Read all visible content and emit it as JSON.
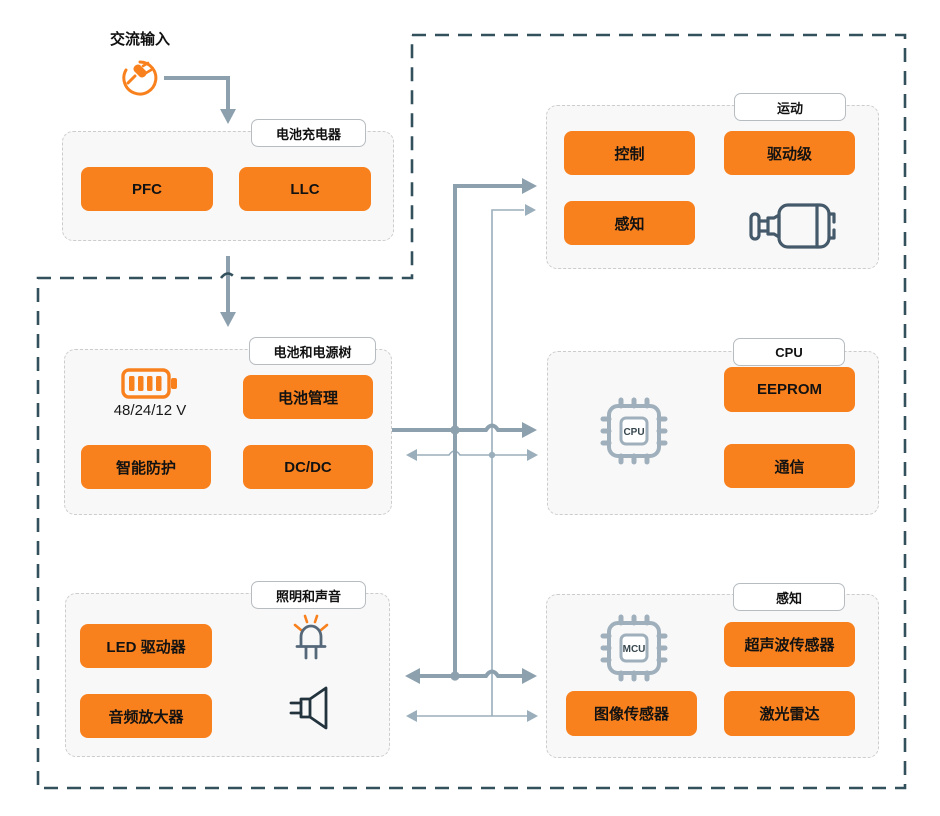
{
  "ac_input": {
    "label": "交流输入"
  },
  "charger": {
    "label": "电池充电器",
    "pfc": "PFC",
    "llc": "LLC"
  },
  "power_tree": {
    "label": "电池和电源树",
    "battery_caption": "48/24/12 V",
    "battery_mgmt": "电池管理",
    "smart_protection": "智能防护",
    "dcdc": "DC/DC"
  },
  "lighting_sound": {
    "label": "照明和声音",
    "led_driver": "LED 驱动器",
    "audio_amp": "音频放大器"
  },
  "motion": {
    "label": "运动",
    "control": "控制",
    "drive_stage": "驱动级",
    "sensing": "感知"
  },
  "cpu": {
    "label": "CPU",
    "chip_text": "CPU",
    "eeprom": "EEPROM",
    "comms": "通信"
  },
  "sensing": {
    "label": "感知",
    "chip_text": "MCU",
    "ultrasonic": "超声波传感器",
    "image_sensor": "图像传感器",
    "lidar": "激光雷达"
  },
  "colors": {
    "accent_orange": "#F8811E",
    "connector_gray": "#8CA0AE",
    "boundary_dark": "#33515C",
    "zone_fill": "#F8F8F8",
    "zone_border": "#CCCCCC"
  },
  "icons": [
    "plug-icon",
    "battery-icon",
    "led-icon",
    "speaker-icon",
    "motor-icon",
    "cpu-chip-icon",
    "mcu-chip-icon"
  ]
}
